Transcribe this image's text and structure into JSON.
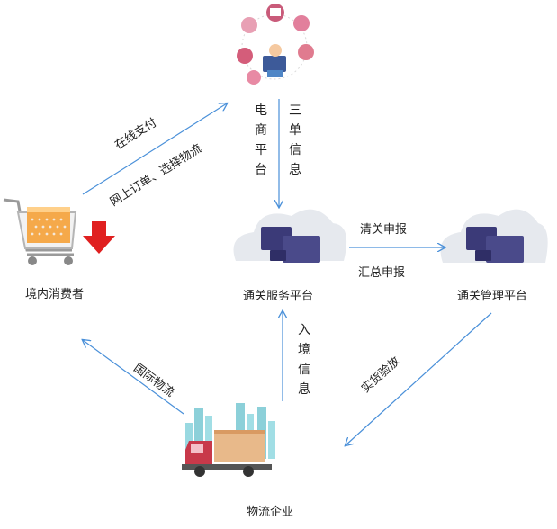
{
  "nodes": {
    "ecommerce": {
      "label": ""
    },
    "consumer": {
      "label": "境内消费者"
    },
    "service_platform": {
      "label": "通关服务平台"
    },
    "management_platform": {
      "label": "通关管理平台"
    },
    "logistics": {
      "label": "物流企业"
    }
  },
  "edges": {
    "online_pay": "在线支付",
    "order_select": "网上订单、选择物流",
    "ecom_platform": "电商平台",
    "three_docs": "三单信息",
    "declare": "清关申报",
    "summary_declare": "汇总申报",
    "inspection": "实货验放",
    "intl_logistics": "国际物流",
    "entry_info": "入境信息"
  },
  "colors": {
    "arrow": "#4a90d9",
    "cloud": "#e6e9ee",
    "monitor": "#3b3a78",
    "cart": "#9a9a9a",
    "basket": "#f2a33a",
    "down_arrow": "#e02020",
    "truck": "#c8394a",
    "cargo": "#e8b98a",
    "city": "#6fc4d0"
  },
  "icons": [
    "ecommerce-shops-icon",
    "shopping-cart-icon",
    "cloud-computer-icon",
    "logistics-truck-icon"
  ]
}
